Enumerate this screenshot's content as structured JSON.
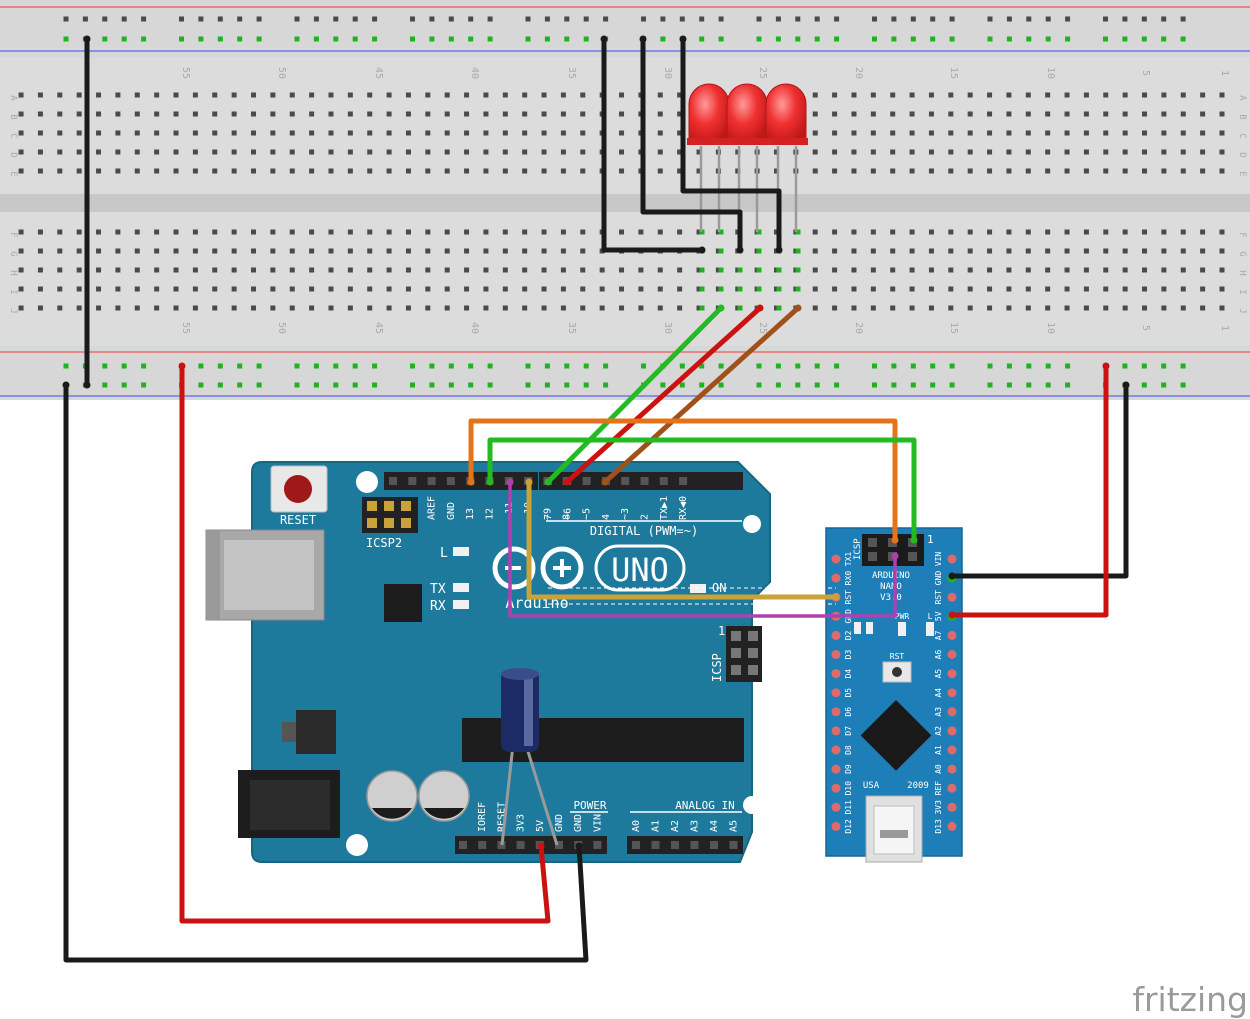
{
  "breadboard": {
    "column_numbers": [
      "55",
      "50",
      "45",
      "40",
      "35",
      "30",
      "25",
      "20",
      "15",
      "10",
      "5",
      "1"
    ],
    "row_letters_top": [
      "A",
      "B",
      "C",
      "D",
      "E"
    ],
    "row_letters_bottom": [
      "F",
      "G",
      "H",
      "I",
      "J"
    ]
  },
  "leds": {
    "count": 3,
    "color": "#e53935"
  },
  "uno": {
    "reset_label": "RESET",
    "icsp2_label": "ICSP2",
    "icsp_label": "ICSP",
    "icsp_pin1": "1",
    "logo_text": "UNO",
    "brand_text": "Arduino",
    "digital_label": "DIGITAL (PWM=~)",
    "header_top_labels": [
      "AREF",
      "GND",
      "13",
      "12",
      "~11",
      "~10",
      "~9",
      "8",
      "7",
      "~6",
      "~5",
      "4",
      "~3",
      "2",
      "TX▶1",
      "RX◀0"
    ],
    "led_l": "L",
    "led_tx": "TX",
    "led_rx": "RX",
    "on_label": "ON",
    "power_label": "POWER",
    "analog_label": "ANALOG IN",
    "power_pins": [
      "IOREF",
      "RESET",
      "3V3",
      "5V",
      "GND",
      "GND",
      "VIN"
    ],
    "analog_pins": [
      "A0",
      "A1",
      "A2",
      "A3",
      "A4",
      "A5"
    ]
  },
  "nano": {
    "title_line1": "ARDUINO",
    "title_line2": "NANO",
    "title_line3": "V3.0",
    "icsp_label": "ICSP",
    "pin1": "1",
    "left_pins": [
      "TX1",
      "RX0",
      "RST",
      "GND",
      "D2",
      "D3",
      "D4",
      "D5",
      "D6",
      "D7",
      "D8",
      "D9",
      "D10",
      "D11",
      "D12"
    ],
    "right_pins": [
      "VIN",
      "GND",
      "RST",
      "5V",
      "A7",
      "A6",
      "A5",
      "A4",
      "A3",
      "A2",
      "A1",
      "A0",
      "REF",
      "3V3",
      "D13"
    ],
    "pwr_label": "PWR",
    "l_label": "L",
    "rst_label": "RST",
    "usa_label": "USA",
    "year_label": "2009"
  },
  "colors": {
    "board_blue": "#1e7a9c",
    "wire_black": "#1a1a1a",
    "wire_red": "#cc1111",
    "wire_green": "#22bb22",
    "wire_orange": "#e5731a",
    "wire_brown": "#a0501a",
    "wire_purple": "#b040b0",
    "wire_yellow": "#c9a23a",
    "hole_green": "#1fb31f"
  },
  "watermark": "fritzing"
}
